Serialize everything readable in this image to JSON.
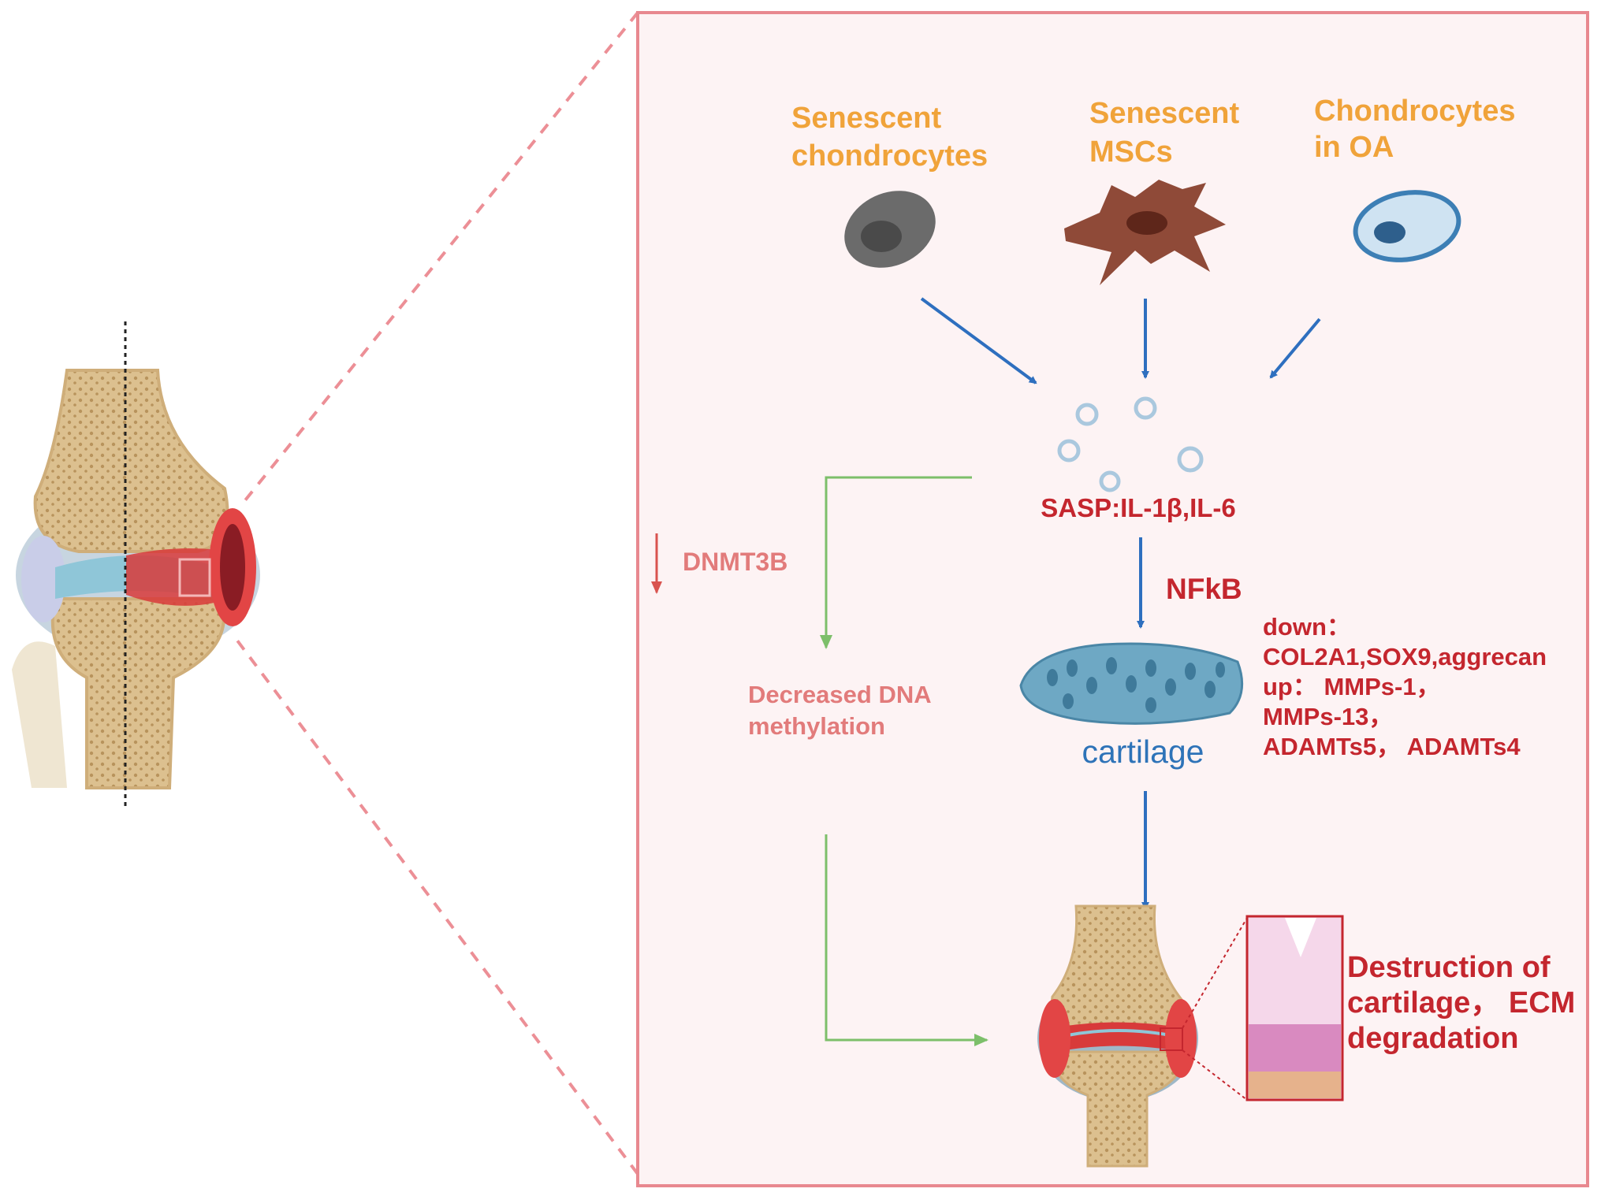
{
  "sources": {
    "senescent_chondrocytes": [
      "Senescent",
      "chondrocytes"
    ],
    "senescent_mscs": [
      "Senescent",
      "MSCs"
    ],
    "chondrocytes_oa": [
      "Chondrocytes",
      "in OA"
    ]
  },
  "sasp": "SASP:IL-1β,IL-6",
  "pathway": "NFkB",
  "dnmt": {
    "arrow": "down",
    "label": "DNMT3B"
  },
  "methylation": [
    "Decreased DNA",
    "methylation"
  ],
  "cartilage_label": "cartilage",
  "gene_changes": [
    "down：",
    "COL2A1,SOX9,aggrecan",
    "up： MMPs-1，",
    "MMPs-13，",
    "ADAMTs5， ADAMTs4"
  ],
  "outcome": [
    "Destruction of",
    "cartilage， ECM",
    "degradation"
  ],
  "colors": {
    "cell_label": "#f0a33a",
    "key_text": "#c4262e",
    "epigenetic_text": "#e27b7b",
    "main_arrow": "#2e6fbf",
    "epigenetic_arrow": "#7dbf6a",
    "panel_border": "#e8888f",
    "panel_bg": "#fdf3f4"
  }
}
